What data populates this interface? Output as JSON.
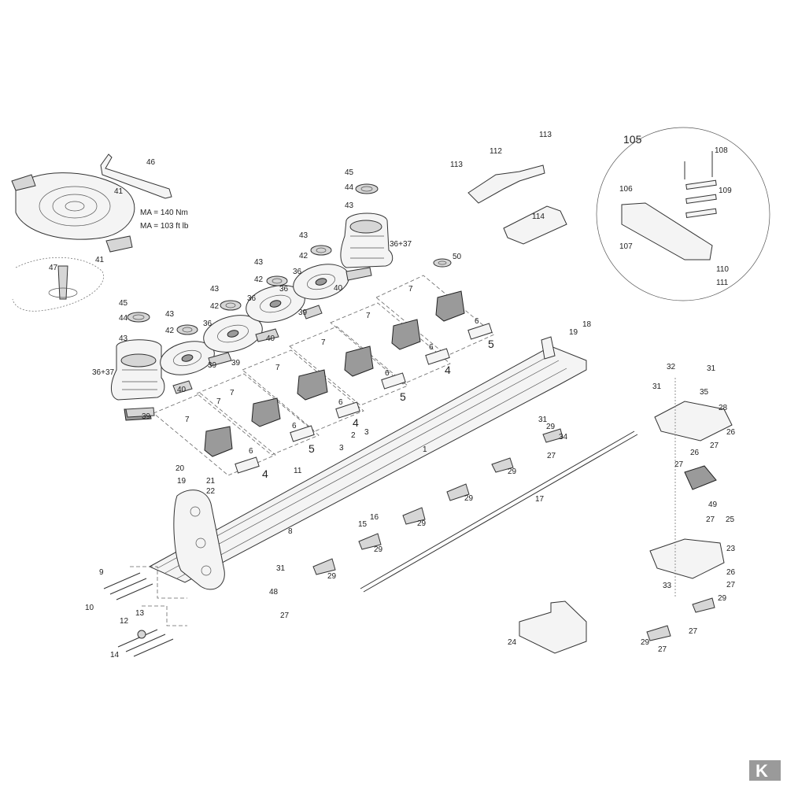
{
  "torque": {
    "metric": "MA = 140 Nm",
    "imperial": "MA = 103 ft lb"
  },
  "inset_title": "105",
  "callouts": {
    "c1": "1",
    "c2": "2",
    "c3a": "3",
    "c3b": "3",
    "c4a": "4",
    "c4b": "4",
    "c4c": "4",
    "c5a": "5",
    "c5b": "5",
    "c5c": "5",
    "c6a": "6",
    "c6b": "6",
    "c6c": "6",
    "c6d": "6",
    "c6e": "6",
    "c6f": "6",
    "c7a": "7",
    "c7b": "7",
    "c7c": "7",
    "c7d": "7",
    "c7e": "7",
    "c7f": "7",
    "c7g": "7",
    "c8": "8",
    "c9": "9",
    "c10": "10",
    "c11": "11",
    "c12": "12",
    "c13": "13",
    "c14": "14",
    "c15": "15",
    "c16": "16",
    "c17": "17",
    "c18": "18",
    "c19a": "19",
    "c19b": "19",
    "c20": "20",
    "c21": "21",
    "c22": "22",
    "c23": "23",
    "c24": "24",
    "c25": "25",
    "c26a": "26",
    "c26b": "26",
    "c26c": "26",
    "c27a": "27",
    "c27b": "27",
    "c27c": "27",
    "c27d": "27",
    "c27e": "27",
    "c27f": "27",
    "c27g": "27",
    "c27h": "27",
    "c28": "28",
    "c29a": "29",
    "c29b": "29",
    "c29c": "29",
    "c29d": "29",
    "c29e": "29",
    "c29f": "29",
    "c29g": "29",
    "c29h": "29",
    "c31a": "31",
    "c31b": "31",
    "c31c": "31",
    "c31d": "31",
    "c32": "32",
    "c33": "33",
    "c34": "34",
    "c35": "35",
    "c3637a": "36+37",
    "c3637b": "36+37",
    "c36a": "36",
    "c36b": "36",
    "c36c": "36",
    "c36d": "36",
    "c39a": "39",
    "c39b": "39",
    "c39c": "39",
    "c39d": "39",
    "c40a": "40",
    "c40b": "40",
    "c40c": "40",
    "c41a": "41",
    "c41b": "41",
    "c42a": "42",
    "c42b": "42",
    "c42c": "42",
    "c42d": "42",
    "c43a": "43",
    "c43b": "43",
    "c43c": "43",
    "c43d": "43",
    "c43e": "43",
    "c43f": "43",
    "c44a": "44",
    "c44b": "44",
    "c45a": "45",
    "c45b": "45",
    "c46": "46",
    "c47": "47",
    "c48": "48",
    "c49": "49",
    "c50": "50",
    "c106": "106",
    "c107": "107",
    "c108": "108",
    "c109": "109",
    "c110": "110",
    "c111": "111",
    "c112": "112",
    "c113a": "113",
    "c113b": "113",
    "c114": "114"
  },
  "logo": {
    "letter": "K"
  }
}
